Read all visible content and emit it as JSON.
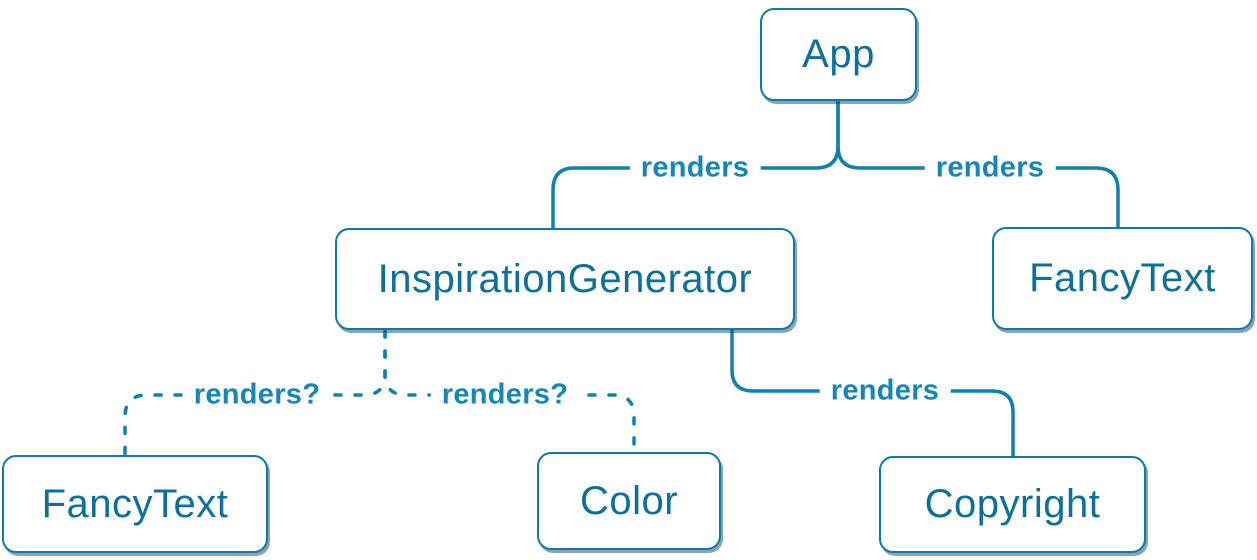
{
  "diagram": {
    "accent_color": "#0a7ea4",
    "nodes": [
      {
        "id": "app",
        "label": "App"
      },
      {
        "id": "inspiration-generator",
        "label": "InspirationGenerator"
      },
      {
        "id": "fancy-text-top",
        "label": "FancyText"
      },
      {
        "id": "fancy-text-bottom",
        "label": "FancyText"
      },
      {
        "id": "color",
        "label": "Color"
      },
      {
        "id": "copyright",
        "label": "Copyright"
      }
    ],
    "edges": [
      {
        "from": "App",
        "to": "InspirationGenerator",
        "label": "renders",
        "style": "solid"
      },
      {
        "from": "App",
        "to": "FancyText",
        "label": "renders",
        "style": "solid"
      },
      {
        "from": "InspirationGenerator",
        "to": "FancyText",
        "label": "renders?",
        "style": "dashed"
      },
      {
        "from": "InspirationGenerator",
        "to": "Color",
        "label": "renders?",
        "style": "dashed"
      },
      {
        "from": "InspirationGenerator",
        "to": "Copyright",
        "label": "renders",
        "style": "solid"
      }
    ]
  }
}
